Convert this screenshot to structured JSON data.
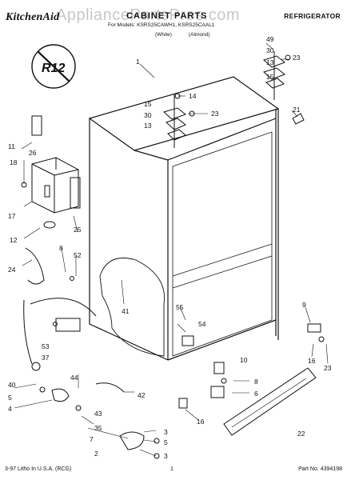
{
  "header": {
    "brand": "KitchenAid",
    "title": "CABINET PARTS",
    "category": "REFRIGERATOR",
    "models": "For Models: KSRS25CAWH1, KSRS25CAAL1",
    "variant_white": "(White)",
    "variant_almond": "(Almond)"
  },
  "watermark": "AppliancePartsPros.com",
  "badge": {
    "text": "R12"
  },
  "callouts": {
    "c1": "1",
    "c2": "2",
    "c3a": "3",
    "c3b": "3",
    "c4": "4",
    "c5a": "5",
    "c5b": "5",
    "c6": "6",
    "c7": "7",
    "c8a": "8",
    "c8b": "8",
    "c9": "9",
    "c10": "10",
    "c11": "11",
    "c12": "12",
    "c13a": "13",
    "c13b": "13",
    "c14": "14",
    "c15": "15",
    "c16a": "16",
    "c16b": "16",
    "c17": "17",
    "c18": "18",
    "c21": "21",
    "c22": "22",
    "c23a": "23",
    "c23b": "23",
    "c23c": "23",
    "c24": "24",
    "c25": "25",
    "c26": "26",
    "c30a": "30",
    "c30b": "30",
    "c35": "35",
    "c37": "37",
    "c40": "40",
    "c41": "41",
    "c42": "42",
    "c43": "43",
    "c44": "44",
    "c49": "49",
    "c52": "52",
    "c53": "53",
    "c54": "54",
    "c55": "55"
  },
  "footer": {
    "left": "3-97 Litho In U.S.A. (RCG)",
    "page": "1",
    "part_no": "Part No. 4394198"
  }
}
